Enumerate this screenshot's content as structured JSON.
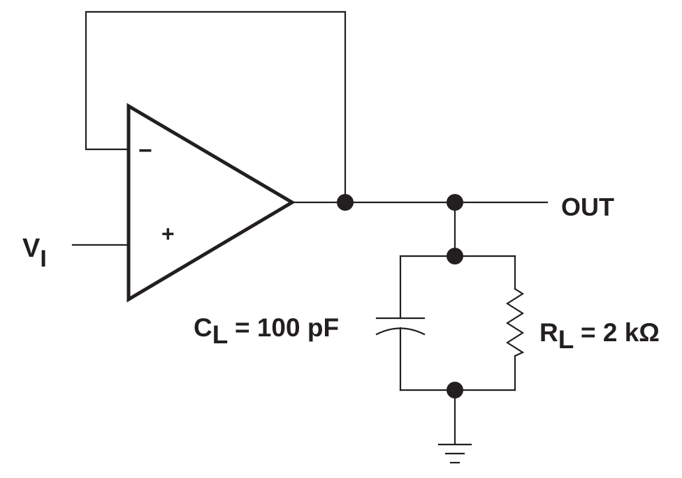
{
  "labels": {
    "input_main": "V",
    "input_sub": "I",
    "output": "OUT",
    "minus_sign": "−",
    "plus_sign": "+",
    "cap_main": "C",
    "cap_sub": "L",
    "cap_value": " = 100 pF",
    "res_main": "R",
    "res_sub": "L",
    "res_value": " = 2 kΩ"
  },
  "colors": {
    "ink": "#231f20",
    "background": "#ffffff"
  }
}
